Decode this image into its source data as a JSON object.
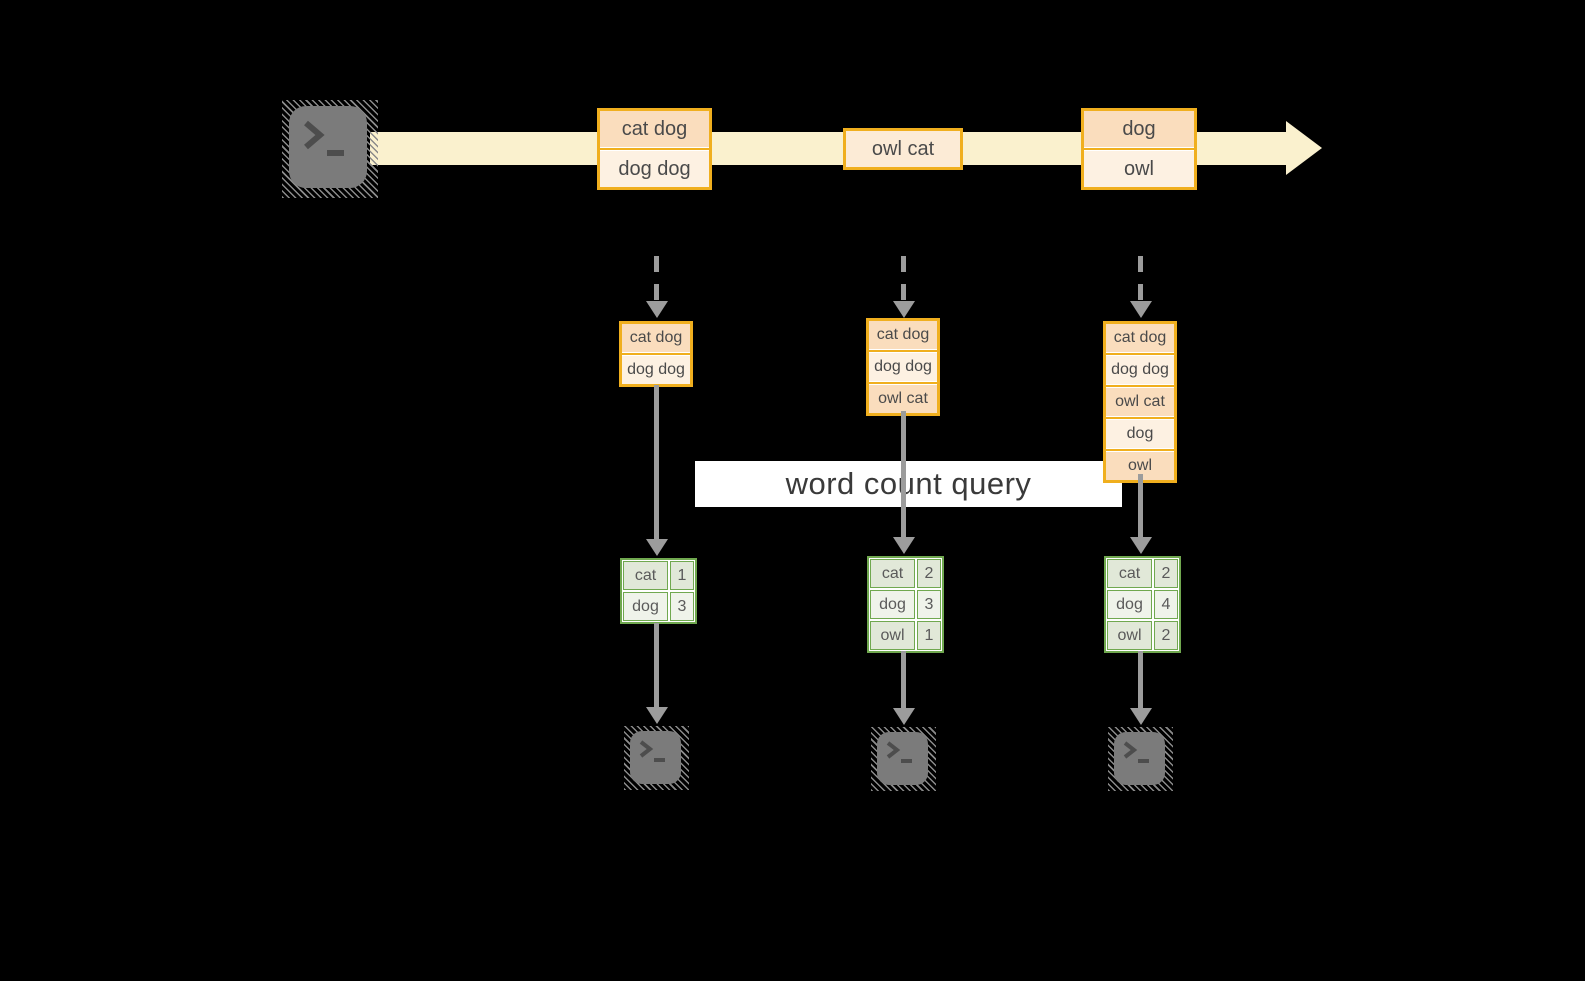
{
  "query": {
    "label": "word count query"
  },
  "stream_batches": [
    [
      "cat dog",
      "dog dog"
    ],
    [
      "owl cat"
    ],
    [
      "dog",
      "owl"
    ]
  ],
  "input_tables": [
    [
      "cat dog",
      "dog dog"
    ],
    [
      "cat dog",
      "dog dog",
      "owl cat"
    ],
    [
      "cat dog",
      "dog dog",
      "owl cat",
      "dog",
      "owl"
    ]
  ],
  "count_tables": [
    [
      [
        "cat",
        "1"
      ],
      [
        "dog",
        "3"
      ]
    ],
    [
      [
        "cat",
        "2"
      ],
      [
        "dog",
        "3"
      ],
      [
        "owl",
        "1"
      ]
    ],
    [
      [
        "cat",
        "2"
      ],
      [
        "dog",
        "4"
      ],
      [
        "owl",
        "2"
      ]
    ]
  ],
  "icons": {
    "source": "terminal-icon",
    "sinks": [
      "terminal-icon",
      "terminal-icon",
      "terminal-icon"
    ]
  },
  "colors": {
    "background": "#000000",
    "stream": "#FAF1CE",
    "gold_border": "#F0AF1E",
    "peach_dark": "#FADDBD",
    "peach_light": "#FDF1E2",
    "green_border": "#70A84F",
    "green_dark": "#E1E8D8",
    "green_light": "#EFF3EA",
    "arrow_gray": "#9C9C9C",
    "terminal_gray": "#7B7B7B",
    "query_text": "#3A3A3A"
  }
}
